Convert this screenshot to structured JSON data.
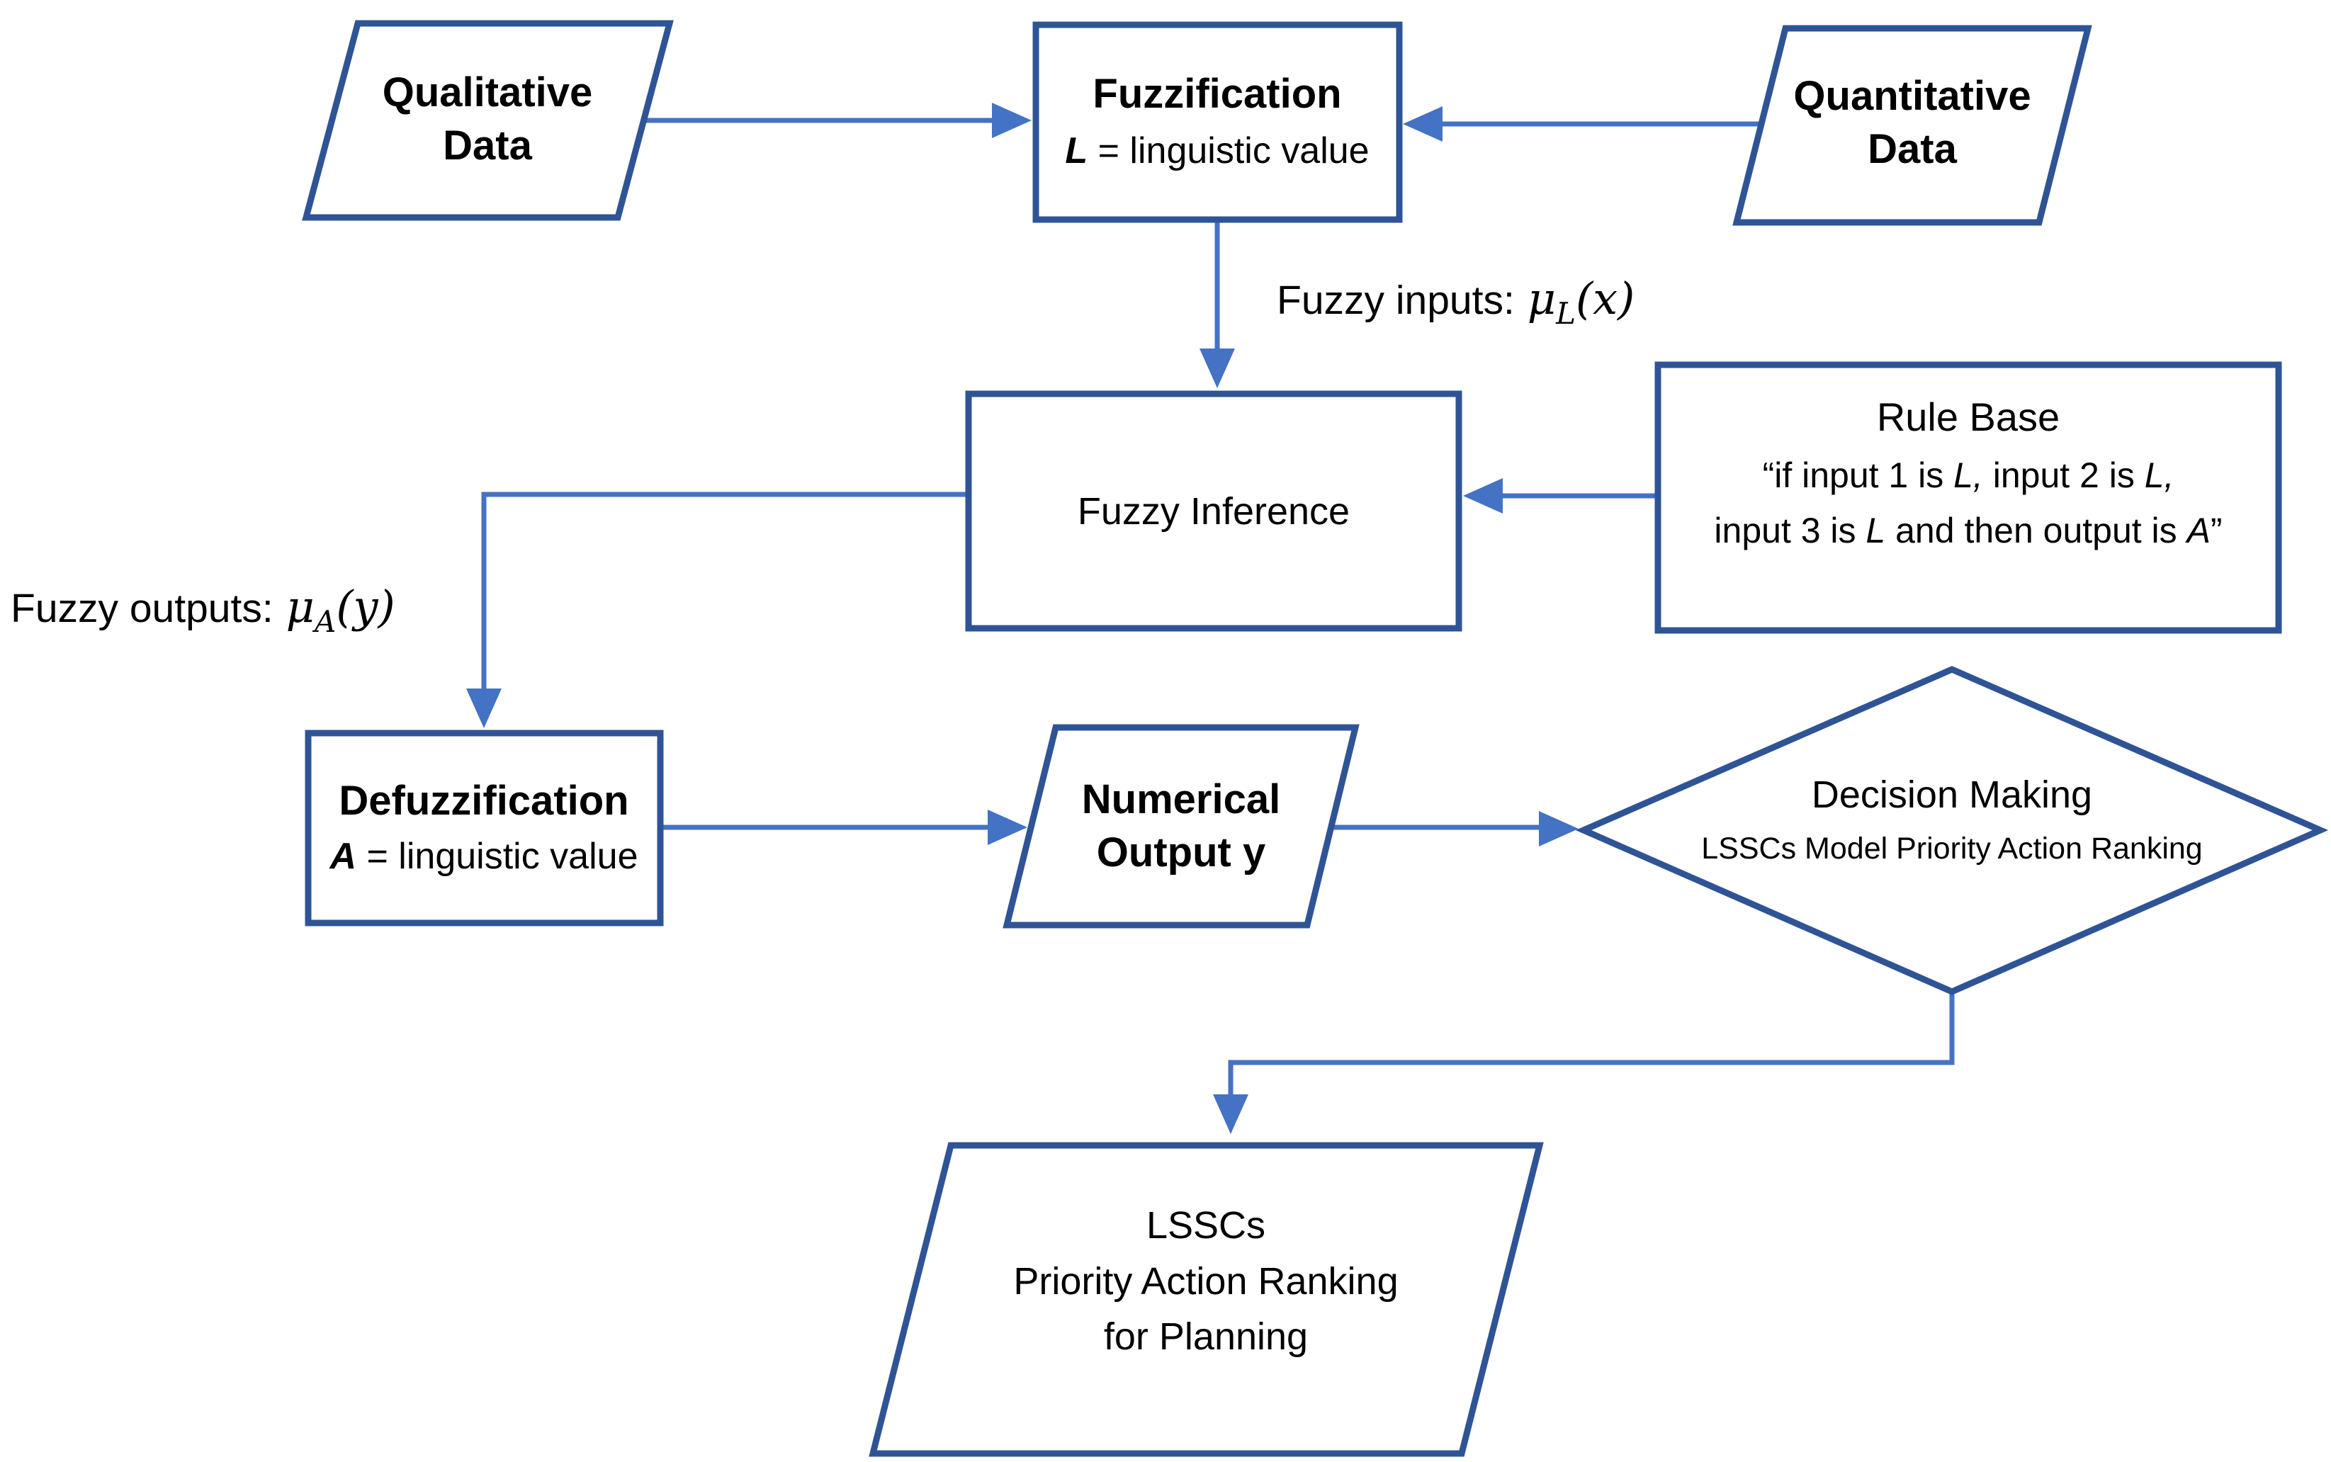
{
  "diagram": {
    "colors": {
      "shape_border": "#2F5496",
      "arrow": "#4472C4",
      "text": "#000000",
      "background": "#FFFFFF"
    },
    "nodes": {
      "qualitative": {
        "shape": "parallelogram",
        "lines": [
          "Qualitative",
          "Data"
        ]
      },
      "quantitative": {
        "shape": "parallelogram",
        "lines": [
          "Quantitative",
          "Data"
        ]
      },
      "fuzzification": {
        "shape": "rect",
        "title": "Fuzzification",
        "lead": "L",
        "rest": " = linguistic value"
      },
      "fuzzy_inference": {
        "shape": "rect",
        "title": "Fuzzy Inference"
      },
      "rule_base": {
        "shape": "rect",
        "title": "Rule Base",
        "q1": [
          {
            "t": "“if input 1 is "
          },
          {
            "t": "L,"
          },
          {
            "t": " input 2 is "
          },
          {
            "t": "L,"
          }
        ],
        "q2": [
          {
            "t": "input 3 is "
          },
          {
            "t": "L"
          },
          {
            "t": " and then output is "
          },
          {
            "t": "A"
          },
          {
            "t": "”"
          }
        ]
      },
      "defuzzification": {
        "shape": "rect",
        "title": "Defuzzification",
        "lead": "A",
        "rest": " = linguistic value"
      },
      "numerical_output": {
        "shape": "parallelogram",
        "lines": [
          "Numerical",
          "Output y"
        ]
      },
      "decision": {
        "shape": "diamond",
        "title": "Decision Making",
        "subtitle": "LSSCs Model Priority Action Ranking"
      },
      "lsscs_output": {
        "shape": "parallelogram",
        "lines": [
          "LSSCs",
          "Priority Action Ranking",
          "for Planning"
        ]
      }
    },
    "edge_labels": {
      "fuzzy_inputs": {
        "prefix": "Fuzzy inputs:",
        "symbol": "μ",
        "sub": "L",
        "arg": "(x)"
      },
      "fuzzy_outputs": {
        "prefix": "Fuzzy outputs:",
        "symbol": "μ",
        "sub": "A",
        "arg": "(y)"
      }
    }
  }
}
